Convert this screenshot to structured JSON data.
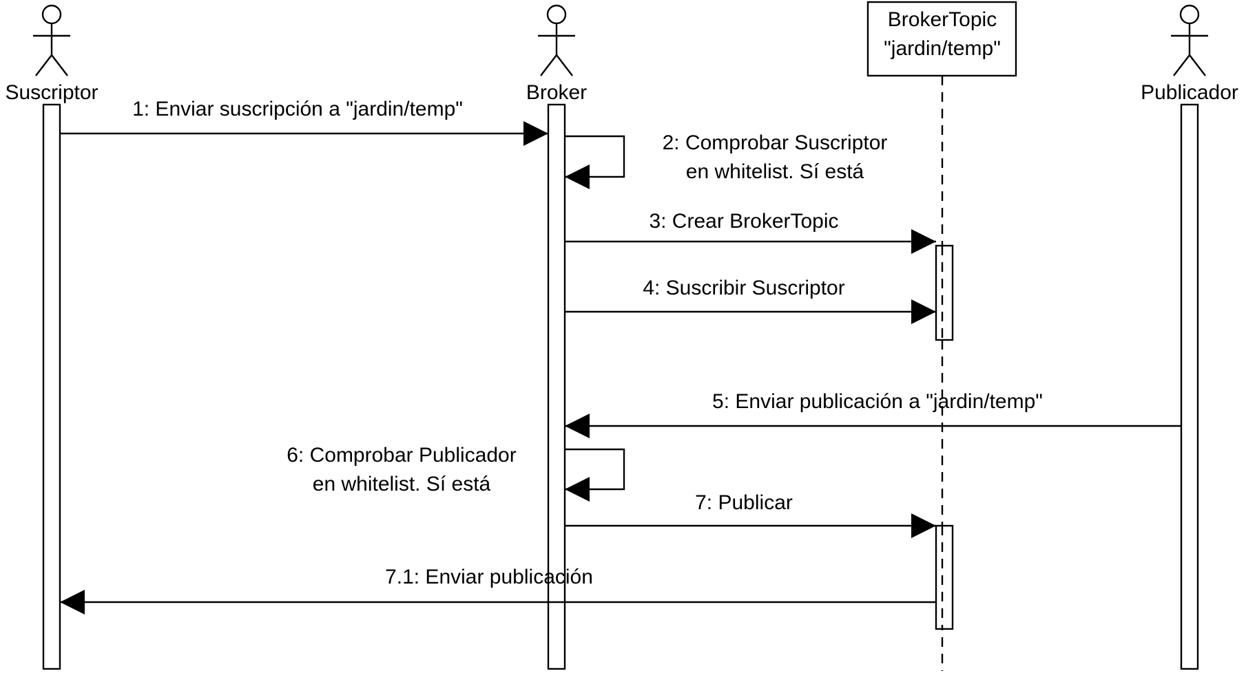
{
  "diagram": {
    "type": "sequence",
    "participants": [
      {
        "id": "suscriptor",
        "name": "Suscriptor",
        "kind": "actor"
      },
      {
        "id": "broker",
        "name": "Broker",
        "kind": "actor"
      },
      {
        "id": "brokertopic",
        "name_lines": [
          "BrokerTopic",
          "\"jardin/temp\""
        ],
        "kind": "object"
      },
      {
        "id": "publicador",
        "name": "Publicador",
        "kind": "actor"
      }
    ],
    "messages": [
      {
        "id": "m1",
        "from": "suscriptor",
        "to": "broker",
        "label": "1: Enviar suscripción a \"jardin/temp\""
      },
      {
        "id": "m2",
        "from": "broker",
        "to": "broker",
        "label_lines": [
          "2: Comprobar Suscriptor",
          "en whitelist. Sí está"
        ]
      },
      {
        "id": "m3",
        "from": "broker",
        "to": "brokertopic",
        "label": "3: Crear BrokerTopic"
      },
      {
        "id": "m4",
        "from": "broker",
        "to": "brokertopic",
        "label": "4: Suscribir Suscriptor"
      },
      {
        "id": "m5",
        "from": "publicador",
        "to": "broker",
        "label": "5: Enviar publicación a \"jardin/temp\""
      },
      {
        "id": "m6",
        "from": "broker",
        "to": "broker",
        "label_lines": [
          "6: Comprobar Publicador",
          "en whitelist. Sí está"
        ]
      },
      {
        "id": "m7",
        "from": "broker",
        "to": "brokertopic",
        "label": "7: Publicar"
      },
      {
        "id": "m71",
        "from": "brokertopic",
        "to": "suscriptor",
        "label": "7.1: Enviar publicación"
      }
    ]
  }
}
